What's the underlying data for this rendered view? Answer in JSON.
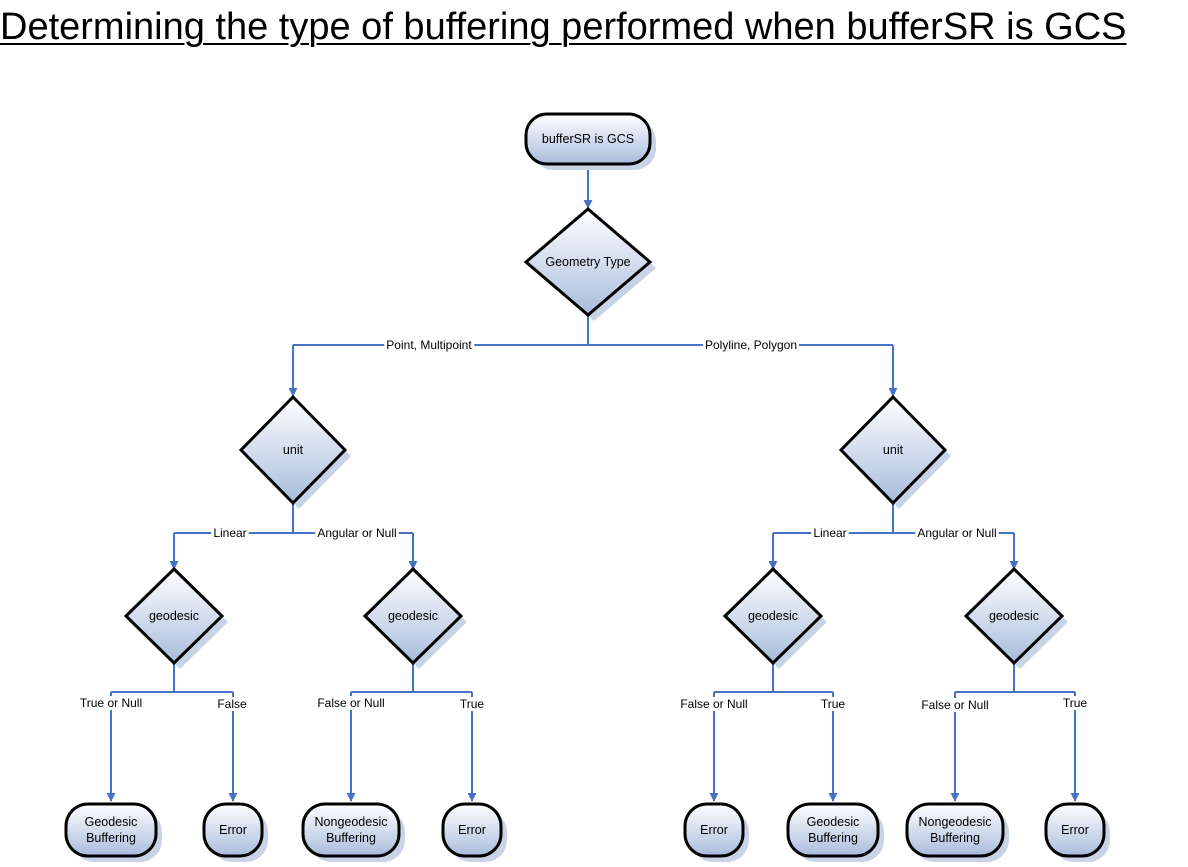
{
  "title": "Determining the type of buffering performed when bufferSR is GCS",
  "colors": {
    "connector": "#4472C4",
    "node_border": "#000000",
    "node_fill_top": "#ffffff",
    "node_fill_bottom": "#a9bcdc",
    "shadow": "#c9d3e6"
  },
  "nodes": {
    "start": "bufferSR is GCS",
    "geometry_type": "Geometry Type",
    "unit_left": "unit",
    "unit_right": "unit",
    "geodesic_1": "geodesic",
    "geodesic_2": "geodesic",
    "geodesic_3": "geodesic",
    "geodesic_4": "geodesic",
    "result_1": [
      "Geodesic",
      "Buffering"
    ],
    "result_2": [
      "Error"
    ],
    "result_3": [
      "Nongeodesic",
      "Buffering"
    ],
    "result_4": [
      "Error"
    ],
    "result_5": [
      "Error"
    ],
    "result_6": [
      "Geodesic",
      "Buffering"
    ],
    "result_7": [
      "Nongeodesic",
      "Buffering"
    ],
    "result_8": [
      "Error"
    ]
  },
  "edge_labels": {
    "point_multipoint": "Point, Multipoint",
    "polyline_polygon": "Polyline, Polygon",
    "linear_left": "Linear",
    "angular_left": "Angular or Null",
    "linear_right": "Linear",
    "angular_right": "Angular or Null",
    "g1_true": "True or Null",
    "g1_false": "False",
    "g2_false": "False or Null",
    "g2_true": "True",
    "g3_false": "False or Null",
    "g3_true": "True",
    "g4_false": "False or Null",
    "g4_true": "True"
  }
}
